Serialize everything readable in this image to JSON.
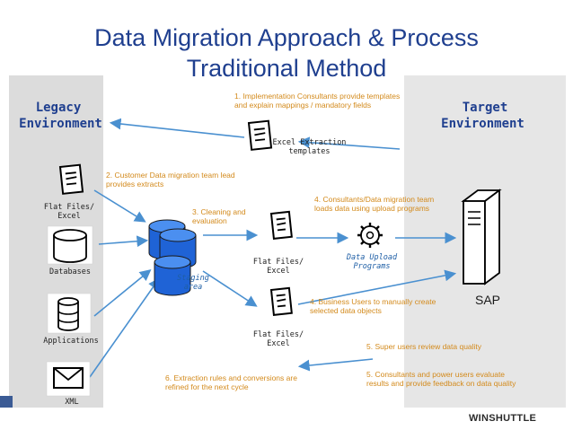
{
  "title": {
    "line1": "Data Migration Approach & Process",
    "line2": "Traditional Method"
  },
  "legacy": {
    "line1": "Legacy",
    "line2": "Environment"
  },
  "target": {
    "line1": "Target",
    "line2": "Environment"
  },
  "notes": {
    "n1": "1. Implementation Consultants provide templates and explain mappings / mandatory fields",
    "n2": "2. Customer Data migration team lead provides extracts",
    "n3": "3. Cleaning and evaluation",
    "n4a": "4. Consultants/Data migration team loads data using upload programs",
    "n4b": "4. Business Users to manually create selected data objects",
    "n5a": "5. Super users review data quality",
    "n5b": "5. Consultants and power users evaluate results and provide feedback on data quality",
    "n6": "6. Extraction rules and conversions are refined for the next cycle"
  },
  "labels": {
    "excel_templates": "Excel Extraction templates",
    "flat_files_excel_left": "Flat Files/ Excel",
    "databases": "Databases",
    "applications": "Applications",
    "xml": "XML",
    "staging": "Staging area",
    "flat_files_excel_mid": "Flat Files/ Excel",
    "flat_files_excel_low": "Flat Files/ Excel",
    "data_upload": "Data Upload Programs",
    "sap": "SAP"
  },
  "footer": {
    "logo": "WINSHUTTLE"
  },
  "icons": [
    "document-icon",
    "database-icon",
    "application-icon",
    "mail-icon",
    "staging-db-icon",
    "gear-icon",
    "server-icon"
  ],
  "colors": {
    "title": "#1f3f8f",
    "note": "#d38a1c",
    "arrow": "#4a90d0",
    "panel": "#dcdcdc"
  }
}
